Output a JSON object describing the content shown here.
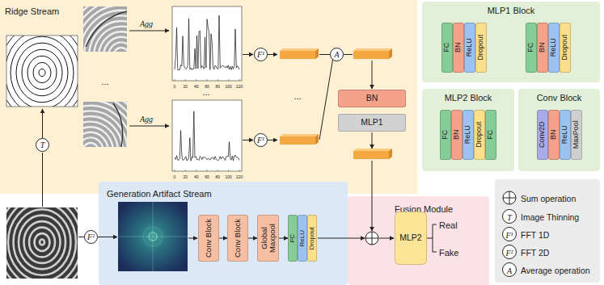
{
  "diagram": {
    "nodes": [
      {
        "text": [
          "Ridge Stream"
        ]
      },
      {
        "text": [
          "T"
        ],
        "in": 0
      },
      {
        "text": [
          "F¹"
        ],
        "in": 0
      },
      {
        "text": [
          "F¹"
        ],
        "in": 0
      },
      {
        "text": [
          "A"
        ],
        "in": 0
      },
      {
        "text": [
          "BN"
        ],
        "in": 0
      },
      {
        "text": [
          "MLP1"
        ],
        "in": 0
      },
      {
        "text": [
          "MLP1 Block"
        ]
      },
      {
        "text": [
          "FC"
        ],
        "in": 7
      },
      {
        "text": [
          "BN"
        ],
        "in": 7
      },
      {
        "text": [
          "ReLU"
        ],
        "in": 7
      },
      {
        "text": [
          "Dropout"
        ],
        "in": 7
      },
      {
        "text": [
          "FC"
        ],
        "in": 7
      },
      {
        "text": [
          "BN"
        ],
        "in": 7
      },
      {
        "text": [
          "ReLU"
        ],
        "in": 7
      },
      {
        "text": [
          "Dropout"
        ],
        "in": 7
      },
      {
        "text": [
          "MLP2 Block"
        ]
      },
      {
        "text": [
          "FC"
        ],
        "in": 16
      },
      {
        "text": [
          "BN"
        ],
        "in": 16
      },
      {
        "text": [
          "ReLU"
        ],
        "in": 16
      },
      {
        "text": [
          "Dropout"
        ],
        "in": 16
      },
      {
        "text": [
          "FC"
        ],
        "in": 16
      },
      {
        "text": [
          "Conv Block"
        ]
      },
      {
        "text": [
          "Conv2D"
        ],
        "in": 22
      },
      {
        "text": [
          "BN"
        ],
        "in": 22
      },
      {
        "text": [
          "ReLU"
        ],
        "in": 22
      },
      {
        "text": [
          "MaxPool"
        ],
        "in": 22
      },
      {
        "text": [
          "F²"
        ]
      },
      {
        "text": [
          "Generation Artifact Stream"
        ]
      },
      {
        "text": [
          "Conv Block"
        ],
        "in": 28
      },
      {
        "text": [
          "Conv Block"
        ],
        "in": 28
      },
      {
        "text": [
          "Global Maxpool"
        ],
        "in": 28
      },
      {
        "text": [
          "FC"
        ],
        "in": 28
      },
      {
        "text": [
          "ReLU"
        ],
        "in": 28
      },
      {
        "text": [
          "Dropout"
        ],
        "in": 28
      },
      {
        "text": [
          "Fusion Module"
        ]
      },
      {
        "text": [
          "MLP2"
        ],
        "in": 35
      }
    ],
    "edges": [
      {
        "from": 29,
        "to": 30,
        "arrow": "to"
      },
      {
        "from": 30,
        "to": 31,
        "arrow": "to"
      },
      {
        "from": 31,
        "to": 32,
        "arrow": "to"
      }
    ],
    "labels": [
      "Agg",
      "Agg",
      "...",
      "...",
      "...",
      "Real",
      "Fake",
      "0",
      "20",
      "40",
      "60",
      "80",
      "100",
      "120",
      "0",
      "20",
      "40",
      "60",
      "80",
      "100",
      "120",
      "T",
      "F¹",
      "F²",
      "A"
    ],
    "legend": [
      {
        "text": "Sum operation"
      },
      {
        "text": "Image Thinning"
      },
      {
        "text": "FFT 1D"
      },
      {
        "text": "FFT 2D"
      },
      {
        "text": "Average operation"
      }
    ]
  }
}
